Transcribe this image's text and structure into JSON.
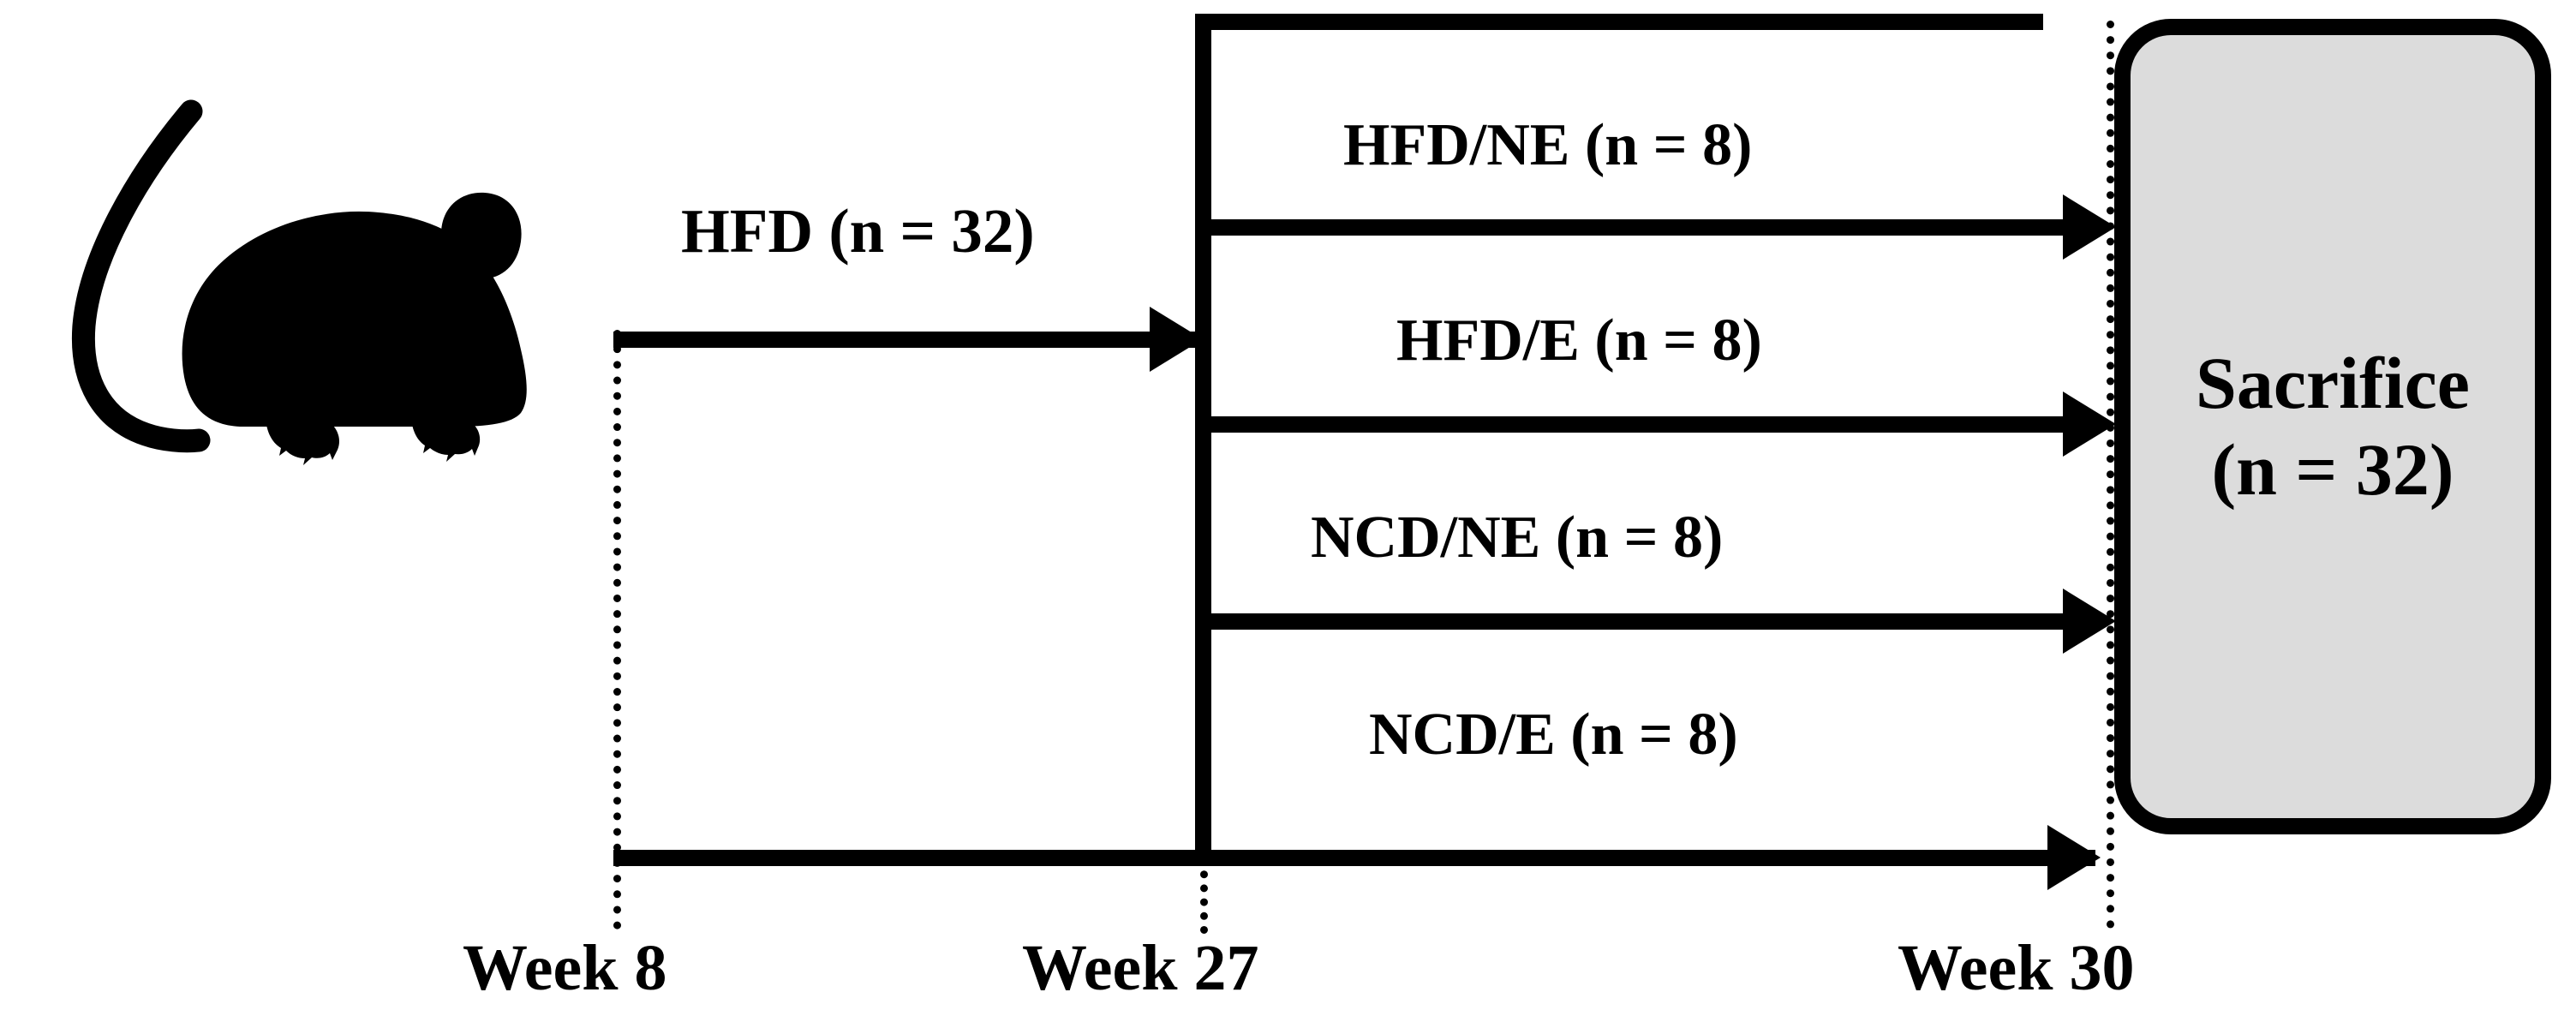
{
  "figure": {
    "type": "experimental-design-timeline",
    "animal_icon": "mouse-silhouette-icon",
    "start": {
      "intervention_label": "HFD (n = 32)"
    },
    "groups": [
      {
        "label": "HFD/NE (n = 8)",
        "diet": "HFD",
        "exercise": "NE",
        "n": 8
      },
      {
        "label": "HFD/E (n = 8)",
        "diet": "HFD",
        "exercise": "E",
        "n": 8
      },
      {
        "label": "NCD/NE (n = 8)",
        "diet": "NCD",
        "exercise": "NE",
        "n": 8
      },
      {
        "label": "NCD/E (n = 8)",
        "diet": "NCD",
        "exercise": "E",
        "n": 8
      }
    ],
    "endpoint": {
      "title": "Sacrifice",
      "count": "(n = 32)"
    },
    "timeline": [
      {
        "label": "Week 8"
      },
      {
        "label": "Week 27"
      },
      {
        "label": "Week 30"
      }
    ],
    "colors": {
      "line": "#000000",
      "box_fill": "#dcdcdc",
      "box_border": "#000000",
      "background": "#ffffff"
    }
  }
}
